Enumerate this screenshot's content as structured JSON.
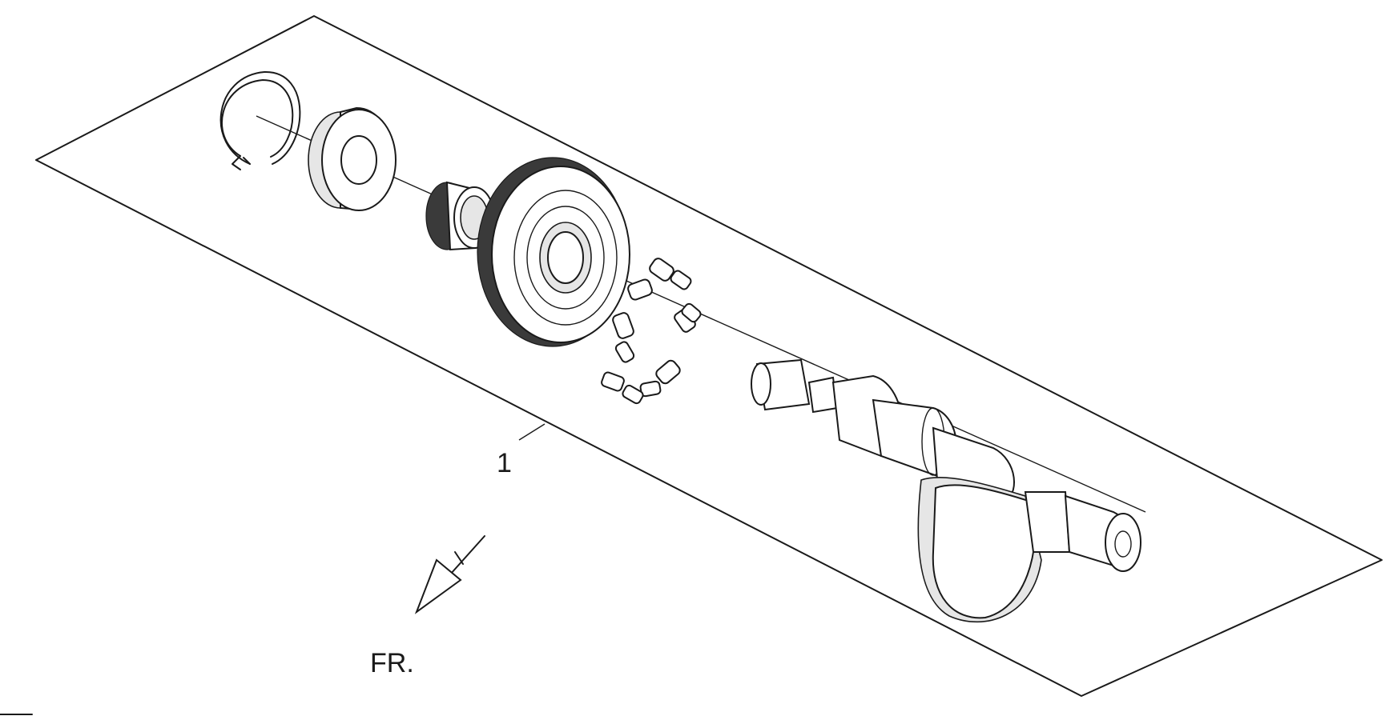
{
  "diagram": {
    "callouts": [
      {
        "id": "part-1",
        "label": "1"
      }
    ],
    "direction_marker": {
      "label": "FR."
    },
    "colors": {
      "line": "#1a1a1a",
      "background": "#ffffff",
      "shade": "#e6e6e6"
    },
    "parts": [
      "circlip-icon",
      "bearing-icon",
      "bushing-icon",
      "gear-icon",
      "damper-springs-icon",
      "crankshaft-icon"
    ]
  }
}
